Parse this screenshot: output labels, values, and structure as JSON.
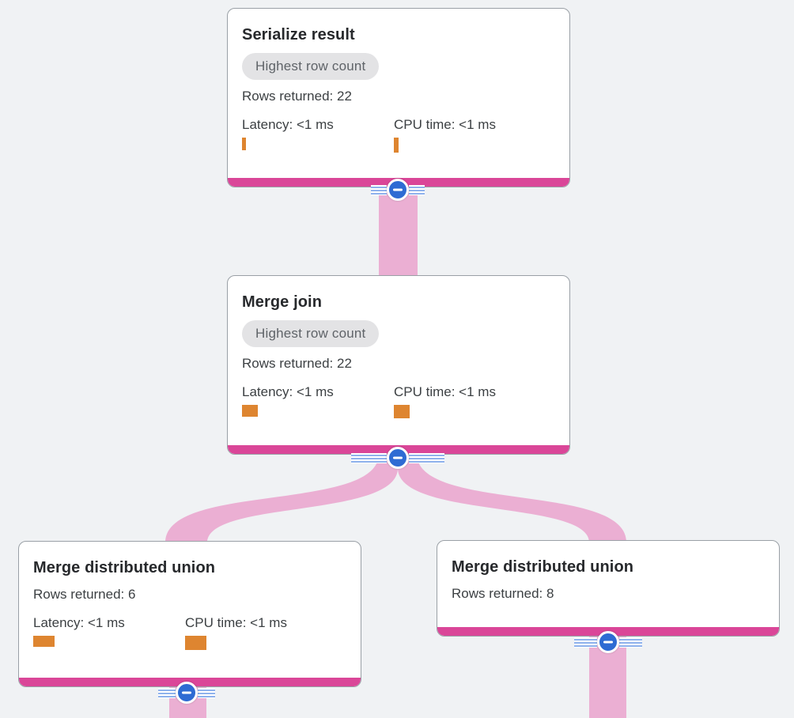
{
  "canvas": {
    "background_color": "#F0F2F4"
  },
  "palette": {
    "row_count_indicator_bar": "#DA4698",
    "flow_link": "#EBAFD3",
    "collapse_button_blue": "#2E6BD3",
    "collapse_stripe_blue": "#8FB2EC",
    "metric_bar_orange": "#DE8530",
    "badge_background": "#E3E3E5",
    "badge_text": "#5F6368",
    "title_text": "#27292C",
    "body_text": "#3C4043",
    "card_border": "#9AA0A6"
  },
  "icons": {
    "collapse": "minus-circle-icon"
  },
  "nodes": [
    {
      "title": "Serialize result",
      "badge": "Highest row count",
      "rows_returned": "Rows returned: 22",
      "latency_label": "Latency: <1 ms",
      "cpu_label": "CPU time: <1 ms",
      "latency_bar": {
        "w": 5,
        "h": 16
      },
      "cpu_bar": {
        "w": 6,
        "h": 19
      }
    },
    {
      "title": "Merge join",
      "badge": "Highest row count",
      "rows_returned": "Rows returned: 22",
      "latency_label": "Latency: <1 ms",
      "cpu_label": "CPU time: <1 ms",
      "latency_bar": {
        "w": 20,
        "h": 15
      },
      "cpu_bar": {
        "w": 20,
        "h": 17
      }
    },
    {
      "title": "Merge distributed union",
      "rows_returned": "Rows returned: 6",
      "latency_label": "Latency: <1 ms",
      "cpu_label": "CPU time: <1 ms",
      "latency_bar": {
        "w": 27,
        "h": 14
      },
      "cpu_bar": {
        "w": 27,
        "h": 18
      }
    },
    {
      "title": "Merge distributed union",
      "rows_returned": "Rows returned: 8"
    }
  ]
}
